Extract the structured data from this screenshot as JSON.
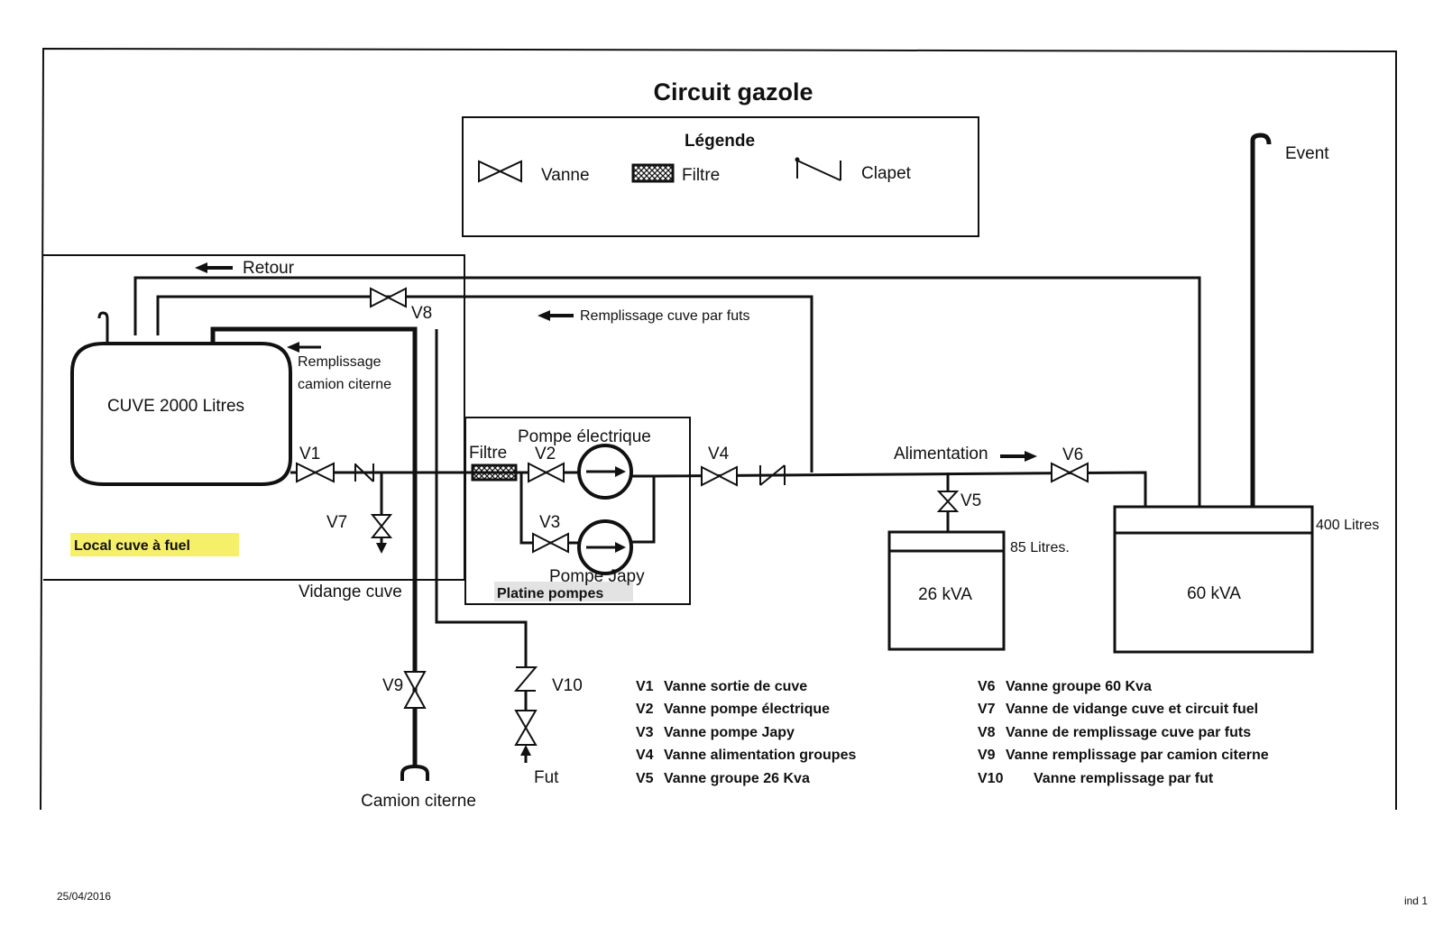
{
  "title": "Circuit gazole",
  "legend": {
    "heading": "Légende",
    "vanne": "Vanne",
    "filtre": "Filtre",
    "clapet": "Clapet"
  },
  "labels": {
    "event": "Event",
    "retour": "Retour",
    "v8": "V8",
    "remplissage_futs": "Remplissage cuve par futs",
    "remplissage_line1": "Remplissage",
    "remplissage_line2": "camion citerne",
    "cuve": "CUVE 2000 Litres",
    "v1": "V1",
    "v7": "V7",
    "local_cuve": "Local cuve à fuel",
    "vidange": "Vidange cuve",
    "filtre": "Filtre",
    "pompe_elec": "Pompe électrique",
    "v2": "V2",
    "v3": "V3",
    "pompe_japy": "Pompe Japy",
    "platine": "Platine pompes",
    "v4": "V4",
    "alimentation": "Alimentation",
    "v6": "V6",
    "v5": "V5",
    "litres_85": "85 Litres.",
    "gen_26": "26 kVA",
    "litres_400": "400 Litres",
    "gen_60": "60 kVA",
    "v9": "V9",
    "v10": "V10",
    "camion": "Camion citerne",
    "fut": "Fut"
  },
  "key_left": [
    {
      "code": "V1",
      "desc": "Vanne sortie de cuve"
    },
    {
      "code": "V2",
      "desc": "Vanne pompe électrique"
    },
    {
      "code": "V3",
      "desc": "Vanne pompe Japy"
    },
    {
      "code": "V4",
      "desc": "Vanne alimentation groupes"
    },
    {
      "code": "V5",
      "desc": "Vanne groupe 26 Kva"
    }
  ],
  "key_right": [
    {
      "code": "V6",
      "desc": "Vanne groupe 60 Kva"
    },
    {
      "code": "V7",
      "desc": "Vanne de vidange cuve et circuit fuel"
    },
    {
      "code": "V8",
      "desc": "Vanne de remplissage cuve par futs"
    },
    {
      "code": "V9",
      "desc": "Vanne remplissage par camion citerne"
    },
    {
      "code": "V10",
      "desc": "Vanne remplissage par fut"
    }
  ],
  "footer": {
    "date": "25/04/2016",
    "index": "ind  1"
  },
  "colors": {
    "ink": "#111111",
    "highlight": "#f5ef6a"
  }
}
